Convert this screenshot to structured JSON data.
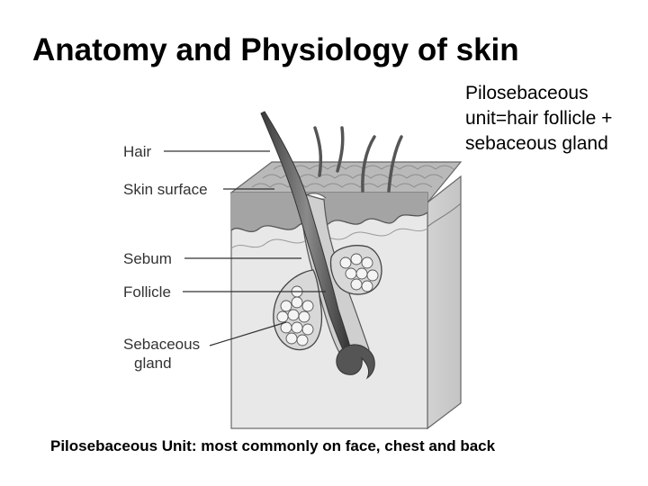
{
  "slide": {
    "title": "Anatomy and Physiology of skin",
    "side_note": "Pilosebaceous\nunit=hair follicle +\nsebaceous gland",
    "caption": "Pilosebaceous Unit: most commonly on face, chest and back"
  },
  "diagram": {
    "labels": {
      "hair": "Hair",
      "skin_surface": "Skin surface",
      "sebum": "Sebum",
      "follicle": "Follicle",
      "sebaceous_line1": "Sebaceous",
      "sebaceous_line2": "gland"
    }
  }
}
